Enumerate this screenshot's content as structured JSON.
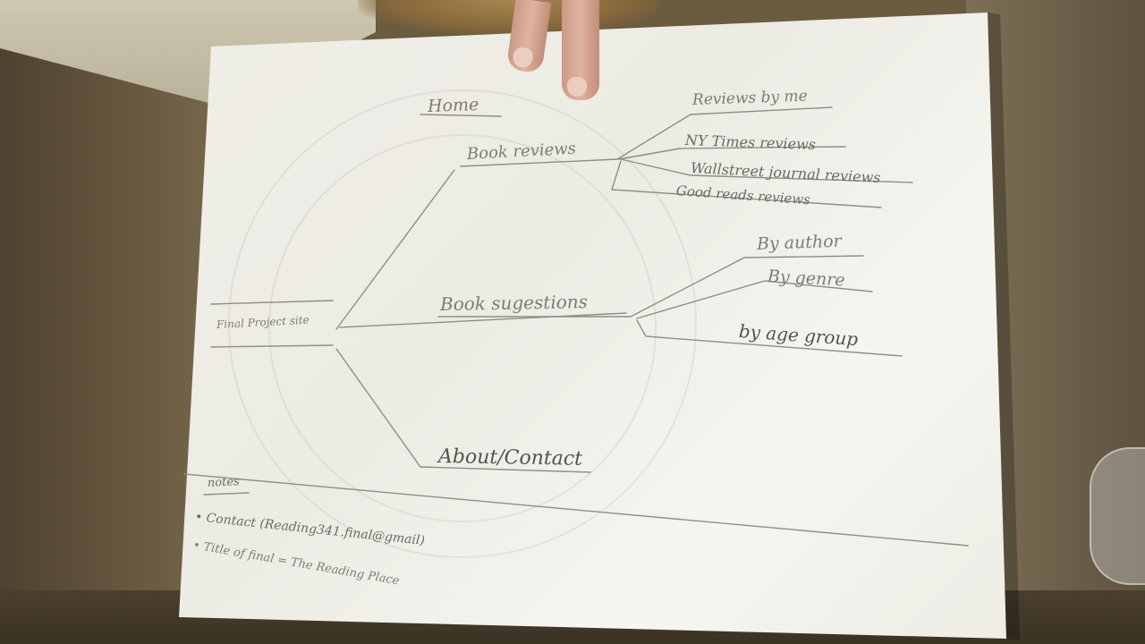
{
  "sitemap": {
    "home": "Home",
    "book_reviews": "Book reviews",
    "reviews_children": [
      "Reviews by me",
      "NY Times reviews",
      "Wallstreet journal reviews",
      "Good reads reviews"
    ],
    "book_suggestions": "Book sugestions",
    "suggestions_children": [
      "By author",
      "By genre",
      "by age group"
    ],
    "root": "Final Project site",
    "about_contact": "About/Contact"
  },
  "notes": {
    "heading": "notes",
    "items": [
      "• Contact (Reading341.final@gmail)",
      "• Title of final = The Reading Place"
    ]
  }
}
